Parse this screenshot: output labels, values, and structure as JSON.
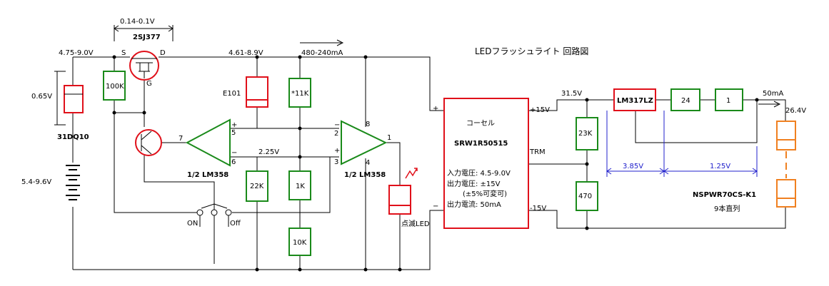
{
  "title": "LEDフラッシュライト 回路図",
  "voltages": {
    "vgs_range": "0.14-0.1V",
    "input_range": "4.75-9.0V",
    "after_fet": "4.61-8.9V",
    "current_range": "480-240mA",
    "diode_drop": "0.65V",
    "battery": "5.4-9.6V",
    "ref": "2.25V",
    "out_plus": "31.5V",
    "current_out": "50mA",
    "led_v": "26.4V",
    "v385": "3.85V",
    "v125": "1.25V"
  },
  "parts": {
    "fet": "2SJ377",
    "fet_s": "S",
    "fet_d": "D",
    "fet_g": "G",
    "diode": "31DQ10",
    "r100k": "100K",
    "e101": "E101",
    "r11k": "*11K",
    "r22k": "22K",
    "r1k": "1K",
    "r10k": "10K",
    "opamp_a": "1/2 LM358",
    "opamp_b": "1/2 LM358",
    "flash_led": "点滅LED",
    "switch_on": "ON",
    "switch_off": "Off",
    "reg": "LM317LZ",
    "r24": "24",
    "r1": "1",
    "r23k": "23K",
    "r470": "470",
    "led_string": "NSPWR70CS-K1",
    "led_count": "9本直列"
  },
  "pins": {
    "a7": "7",
    "a5": "5",
    "a6": "6",
    "a_plus": "+",
    "a_minus": "−",
    "b2": "2",
    "b3": "3",
    "b1": "1",
    "b8": "8",
    "b4": "4",
    "b_minus": "−",
    "b_plus": "+"
  },
  "converter": {
    "maker": "コーセル",
    "model": "SRW1R50515",
    "spec1": "入力電圧: 4.5-9.0V",
    "spec2": "出力電圧: ±15V",
    "spec3": "(±5%可変可)",
    "spec4": "出力電流: 50mA",
    "in_plus": "+",
    "in_minus": "−",
    "out_plus": "+15V",
    "out_trm": "TRM",
    "out_minus": "-15V"
  },
  "colors": {
    "resistor": "#1a8a1a",
    "ic": "#e0101a",
    "led": "#f08020",
    "annotation": "#2020cc"
  }
}
